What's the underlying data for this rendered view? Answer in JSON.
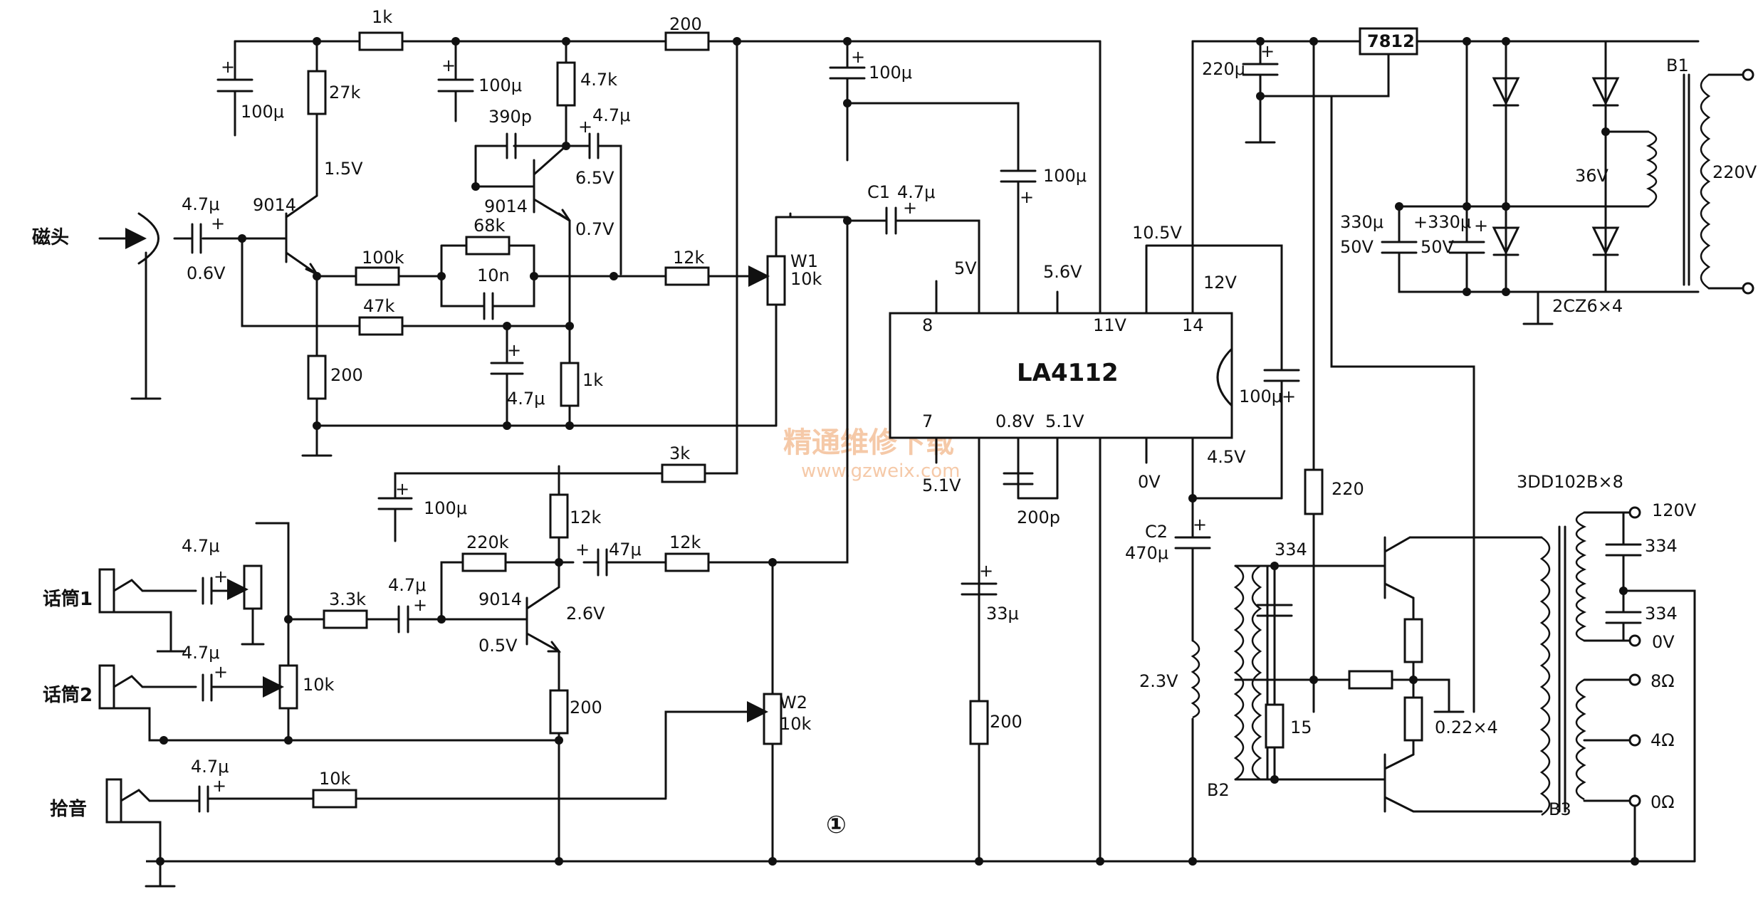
{
  "diagram": {
    "number": "①",
    "ic": {
      "name": "LA4112",
      "pin8": "8",
      "pin11": "11V",
      "pin14": "14",
      "pin7": "7",
      "pin08v": "0.8V",
      "pin51v": "5.1V"
    },
    "inputs": {
      "head": "磁头",
      "mic1": "话筒1",
      "mic2": "话筒2",
      "pickup": "拾音"
    },
    "labels": {
      "r1k_top": "1k",
      "r200_top": "200",
      "c100u_a": "100μ",
      "r27k": "27k",
      "c100u_b": "100μ",
      "r47k_a": "4.7k",
      "c390p": "390p",
      "c47u_a": "4.7μ",
      "v15": "1.5V",
      "q1": "9014",
      "q2": "9014",
      "v65": "6.5V",
      "c47u_in": "4.7μ",
      "v06": "0.6V",
      "r100k": "100k",
      "r68k": "68k",
      "c10n": "10n",
      "v07": "0.7V",
      "r12k_a": "12k",
      "r47k_b": "47k",
      "r200_a": "200",
      "c47u_b": "4.7μ",
      "r1k_b": "1k",
      "w1": "W1",
      "w1v": "10k",
      "c100u_c": "100μ",
      "c1": "C1",
      "c1v": "4.7μ",
      "c100u_d": "100μ",
      "v5": "5V",
      "v56": "5.6V",
      "v105": "10.5V",
      "v12": "12V",
      "c100u_e": "100μ",
      "c220u": "220μ",
      "reg": "7812",
      "c330u_a": "330μ",
      "c330u_a2": "50V",
      "c330u_b": "+330μ",
      "c330u_b2": "50V",
      "v36": "36V",
      "b1": "B1",
      "v220": "220V",
      "diodes": "2CZ6×4",
      "r3k": "3k",
      "c100u_f": "100μ",
      "v51": "5.1V",
      "c200p": "200p",
      "v0": "0V",
      "v45": "4.5V",
      "r220": "220",
      "q3": "3DD102B×8",
      "v120": "120V",
      "c334_a": "334",
      "c334_b": "334",
      "out0v": "0V",
      "r12k_b": "12k",
      "c47u_c": "4.7μ",
      "r10k_a": "10k",
      "r33k": "3.3k",
      "c47u_d": "4.7μ",
      "r220k": "220k",
      "c47u_e": "47μ",
      "r12k_c": "12k",
      "q4": "9014",
      "v26": "2.6V",
      "v05": "0.5V",
      "c47u_f": "4.7μ",
      "r200_b": "200",
      "w2": "W2",
      "w2v": "10k",
      "c47u_g": "4.7μ",
      "r10k_b": "10k",
      "c33u": "33μ",
      "r200_c": "200",
      "c2": "C2",
      "c2v": "470μ",
      "v23": "2.3V",
      "c334_c": "334",
      "r15": "15",
      "r022": "0.22×4",
      "b2": "B2",
      "b3": "B3",
      "o8": "8Ω",
      "o4": "4Ω",
      "o0": "0Ω"
    },
    "watermark": {
      "line1": "精通维修下载",
      "line2": "www.gzweix.com"
    }
  }
}
